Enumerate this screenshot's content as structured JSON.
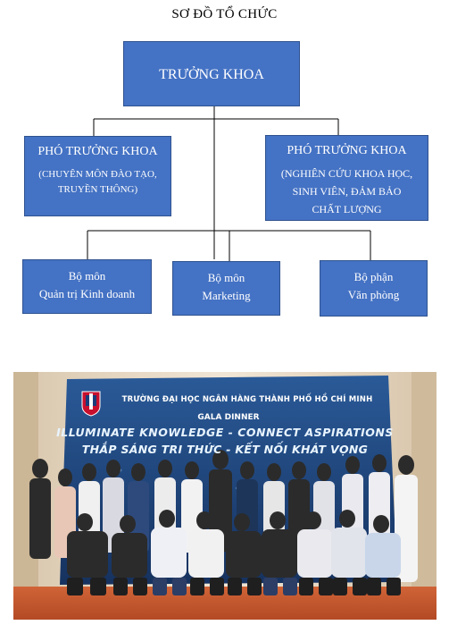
{
  "org_chart": {
    "title": "SƠ ĐỒ TỔ CHỨC",
    "dean": "TRƯỞNG KHOA",
    "vice_dean_1": {
      "title": "PHÓ TRƯỞNG KHOA",
      "line1": "(CHUYÊN MÔN ĐÀO TẠO,",
      "line2": "TRUYỀN THÔNG)"
    },
    "vice_dean_2": {
      "title": "PHÓ TRƯỞNG KHOA",
      "line1": "(NGHIÊN CỨU KHOA HỌC,",
      "line2": "SINH VIÊN, ĐẢM BẢO",
      "line3": "CHẤT LƯỢNG"
    },
    "units": [
      {
        "line1": "Bộ môn",
        "line2": "Quản trị Kinh doanh"
      },
      {
        "line1": "Bộ môn",
        "line2": "Marketing"
      },
      {
        "line1": "Bộ phận",
        "line2": "Văn phòng"
      }
    ],
    "colors": {
      "box_fill": "#4472c4",
      "box_border": "#2f528f",
      "connector": "#000000"
    }
  },
  "photo": {
    "school_name": "TRƯỜNG ĐẠI HỌC NGÂN HÀNG THÀNH PHỐ HỒ CHÍ MINH",
    "event": "GALA DINNER",
    "slogan_en": "ILLUMINATE KNOWLEDGE - CONNECT ASPIRATIONS",
    "slogan_vn": "THẮP SÁNG TRI THỨC - KẾT NỐI KHÁT VỌNG",
    "colors": {
      "banner": "#1e3f74",
      "floor": "#c9572f",
      "wall": "#e9dccb"
    }
  }
}
